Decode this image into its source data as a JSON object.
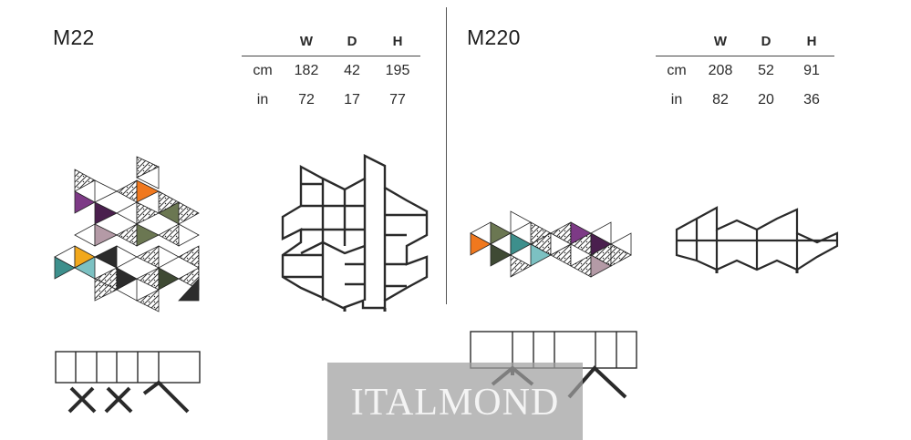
{
  "products": [
    {
      "model": "M22",
      "headers": [
        "W",
        "D",
        "H"
      ],
      "rows": [
        {
          "unit": "cm",
          "values": [
            "182",
            "42",
            "195"
          ]
        },
        {
          "unit": "in",
          "values": [
            "72",
            "17",
            "77"
          ]
        }
      ]
    },
    {
      "model": "M220",
      "headers": [
        "W",
        "D",
        "H"
      ],
      "rows": [
        {
          "unit": "cm",
          "values": [
            "208",
            "52",
            "91"
          ]
        },
        {
          "unit": "in",
          "values": [
            "82",
            "20",
            "36"
          ]
        }
      ]
    }
  ],
  "watermark": "ITALMOND",
  "colors": {
    "purple": "#7d3a86",
    "dark_purple": "#4a1f4e",
    "orange": "#f0781e",
    "yellow": "#f2a81c",
    "teal": "#3d8f8c",
    "light_teal": "#7cc1c2",
    "olive": "#6b7752",
    "dark_olive": "#3f4a34",
    "mauve": "#b49aa6",
    "charcoal": "#2c2c2c",
    "white": "#ffffff"
  }
}
